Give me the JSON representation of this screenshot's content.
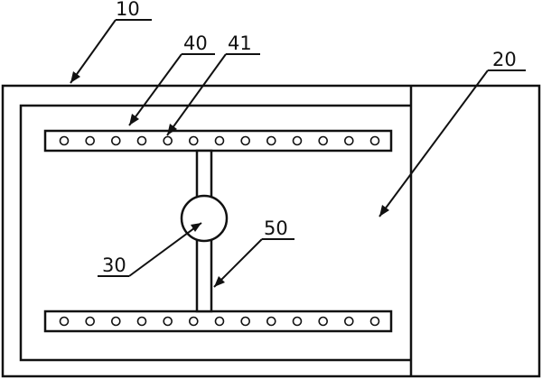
{
  "labels": {
    "housing": "10",
    "cavity": "20",
    "center_hub": "30",
    "rail": "40",
    "hole": "41",
    "connecting_rod": "50"
  },
  "rails": [
    {
      "label_key": "rail",
      "hole_count": 13
    },
    {
      "label_key": "rail",
      "hole_count": 13
    }
  ],
  "colors": {
    "line": "#111111",
    "background": "#ffffff"
  }
}
